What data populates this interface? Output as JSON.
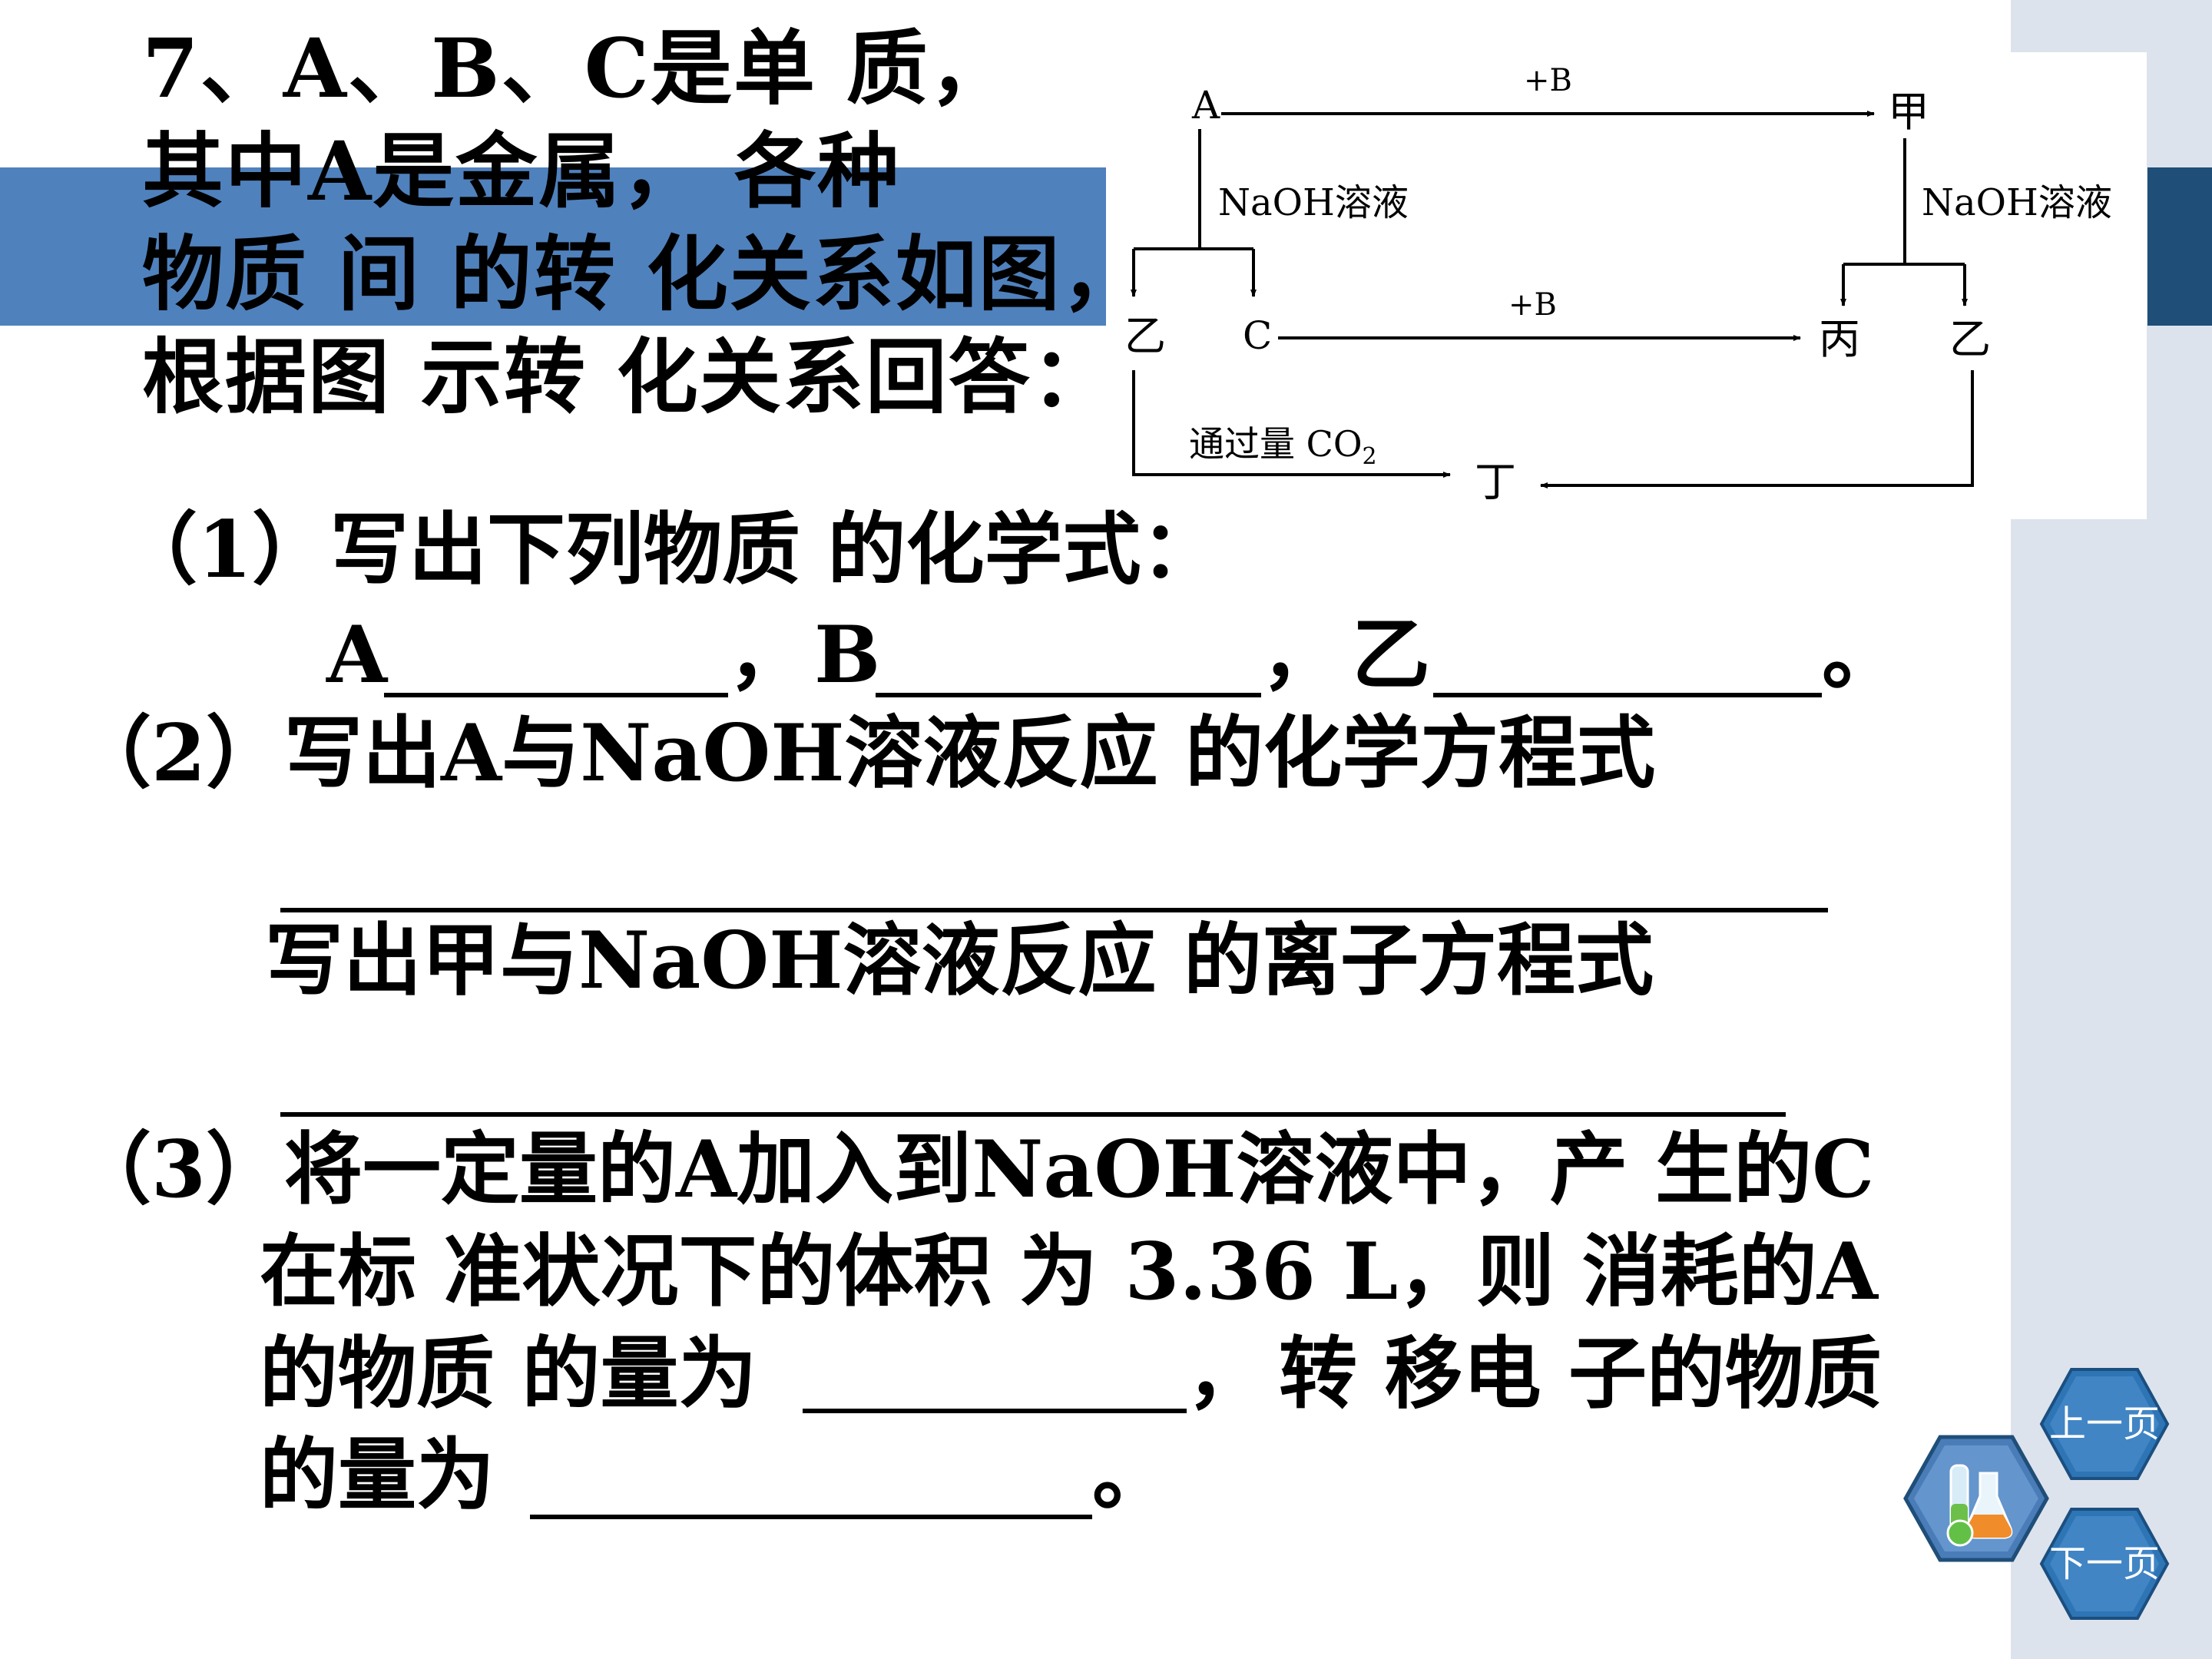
{
  "question": {
    "title_lines": [
      "7、A、B、C是单 质，",
      "其中A是金属，  各种",
      "物质 间 的转 化关系如图，",
      "根据图 示转 化关系回答："
    ],
    "part1": {
      "prompt": "（1）写出下列物质 的化学式：",
      "label_a": "A",
      "sep1": "，",
      "label_b": "B",
      "sep2": "，",
      "label_yi": "乙",
      "end": "。"
    },
    "part2": {
      "prompt": "（2）写出A与NaOH溶液反应 的化学方程式",
      "sub_prompt": "写出甲与NaOH溶液反应 的离子方程式"
    },
    "part3": {
      "lines": [
        "（3）将一定量的A加入到NaOH溶液中，产 生的C",
        "在标 准状况下的体积 为 3.36 L，则 消耗的A"
      ],
      "line3_text": "的物质 的量为",
      "line3_sep": "，",
      "line3_tail": "转 移电 子的物质",
      "line4_text": "的量为",
      "line4_end": "。"
    }
  },
  "diagram": {
    "node_a": "A",
    "node_jia": "甲",
    "node_yi_left": "乙",
    "node_c": "C",
    "node_bing": "丙",
    "node_yi_right": "乙",
    "node_ding": "丁",
    "arrow_top_label": "+B",
    "arrow_mid_label": "+B",
    "branch_left_label": "NaOH溶液",
    "branch_right_label": "NaOH溶液",
    "bottom_label_prefix": "通过量 CO",
    "bottom_label_sub": "2"
  },
  "navigation": {
    "prev_label": "上一页",
    "next_label": "下一页"
  },
  "colors": {
    "band_blue": "#4f81bd",
    "band_dark_blue": "#1f4e79",
    "side_panel": "#dde3ec",
    "nav_button": "#2e75b6"
  }
}
